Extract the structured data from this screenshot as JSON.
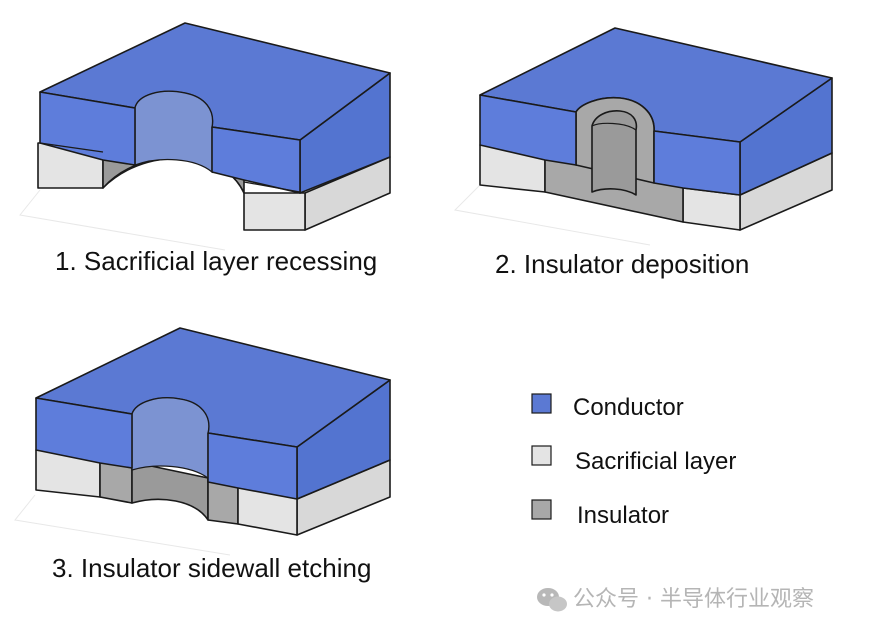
{
  "panels": [
    {
      "caption": "1.  Sacrificial layer recessing"
    },
    {
      "caption": "2.  Insulator deposition"
    },
    {
      "caption": "3.  Insulator sidewall etching"
    }
  ],
  "legend": [
    {
      "label": "Conductor",
      "color": "#5b79d3"
    },
    {
      "label": "Sacrificial layer",
      "color": "#e4e4e4"
    },
    {
      "label": "Insulator",
      "color": "#a8a8a8"
    }
  ],
  "watermark": {
    "text": "公众号 · 半导体行业观察",
    "icon": "wechat-icon"
  },
  "colors": {
    "conductor_top": "#5b79d3",
    "conductor_front": "#5e7ddb",
    "conductor_side": "#5374d0",
    "hole_wall": "#7c93d2",
    "sacrificial_front": "#e4e4e4",
    "sacrificial_side": "#d8d8d8",
    "insulator": "#a8a8a8",
    "insulator_dark": "#9a9a9a",
    "recess_shadow": "#9a9a9a"
  }
}
